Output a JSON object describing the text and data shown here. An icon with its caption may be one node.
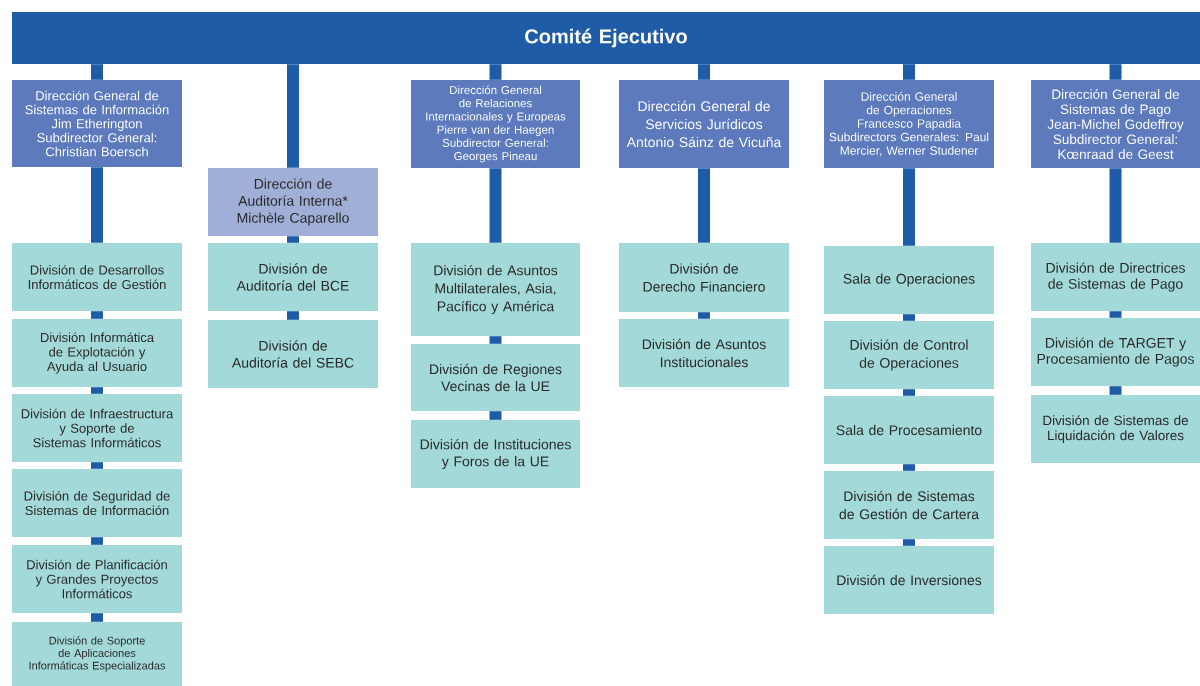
{
  "diagram": {
    "nodes": [
      {
        "text": [
          "Comité Ejecutivo"
        ]
      },
      {
        "text": [
          "Dirección General de Sistemas de Información",
          "Jim Etherington",
          "Subdirector General: Christian Boersch"
        ]
      },
      {
        "text": [
          "División de Desarrollos Informáticos de Gestión"
        ]
      },
      {
        "text": [
          "División Informática de Explotación y Ayuda al Usuario"
        ]
      },
      {
        "text": [
          "División de Infraestructura y Soporte de Sistemas Informáticos"
        ]
      },
      {
        "text": [
          "División de Seguridad de Sistemas de Información"
        ]
      },
      {
        "text": [
          "División de Planificación y Grandes Proyectos Informáticos"
        ]
      },
      {
        "text": [
          "División de Soporte de Aplicaciones Informáticas Especializadas"
        ]
      },
      {
        "text": [
          "Dirección de Auditoría Interna*",
          "Michèle Caparello"
        ]
      },
      {
        "text": [
          "División de Auditoría del BCE"
        ]
      },
      {
        "text": [
          "División de Auditoría del SEBC"
        ]
      },
      {
        "text": [
          "Dirección General de Relaciones Internacionales y Europeas",
          "Pierre van der Haegen",
          "Subdirector General: Georges Pineau"
        ]
      },
      {
        "text": [
          "División de Asuntos Multilaterales, Asia, Pacífico y América"
        ]
      },
      {
        "text": [
          "División de Regiones Vecinas de la UE"
        ]
      },
      {
        "text": [
          "División de Instituciones y Foros de la UE"
        ]
      },
      {
        "text": [
          "Dirección General de Servicios Jurídicos",
          "Antonio Sáinz de Vicuña"
        ]
      },
      {
        "text": [
          "División de Derecho Financiero"
        ]
      },
      {
        "text": [
          "División de Asuntos Institucionales"
        ]
      },
      {
        "text": [
          "Dirección General de Operaciones",
          "Francesco Papadia",
          "Subdirectors Generales: Paul Mercier, Werner Studener"
        ]
      },
      {
        "text": [
          "Sala de Operaciones"
        ]
      },
      {
        "text": [
          "División de Control de Operaciones"
        ]
      },
      {
        "text": [
          "Sala de Procesamiento"
        ]
      },
      {
        "text": [
          "División de Sistemas de Gestión de Cartera"
        ]
      },
      {
        "text": [
          "División de Inversiones"
        ]
      },
      {
        "text": [
          "Dirección General de Sistemas de Pago",
          "Jean-Michel Godeffroy",
          "Subdirector General: Kœnraad de Geest"
        ]
      },
      {
        "text": [
          "División de Directrices de Sistemas de Pago"
        ]
      },
      {
        "text": [
          "División de TARGET y Procesamiento de Pagos"
        ]
      },
      {
        "text": [
          "División de Sistemas de Liquidación de Valores"
        ]
      }
    ],
    "edges": [
      {
        "from": 0,
        "to": 1,
        "arrow": "none"
      },
      {
        "from": 1,
        "to": 2,
        "arrow": "none"
      },
      {
        "from": 2,
        "to": 3,
        "arrow": "none"
      },
      {
        "from": 3,
        "to": 4,
        "arrow": "none"
      },
      {
        "from": 4,
        "to": 5,
        "arrow": "none"
      },
      {
        "from": 5,
        "to": 6,
        "arrow": "none"
      },
      {
        "from": 6,
        "to": 7,
        "arrow": "none"
      },
      {
        "from": 0,
        "to": 8,
        "arrow": "none"
      },
      {
        "from": 8,
        "to": 9,
        "arrow": "none"
      },
      {
        "from": 9,
        "to": 10,
        "arrow": "none"
      },
      {
        "from": 0,
        "to": 11,
        "arrow": "none"
      },
      {
        "from": 11,
        "to": 12,
        "arrow": "none"
      },
      {
        "from": 12,
        "to": 13,
        "arrow": "none"
      },
      {
        "from": 13,
        "to": 14,
        "arrow": "none"
      },
      {
        "from": 0,
        "to": 15,
        "arrow": "none"
      },
      {
        "from": 15,
        "to": 16,
        "arrow": "none"
      },
      {
        "from": 16,
        "to": 17,
        "arrow": "none"
      },
      {
        "from": 0,
        "to": 18,
        "arrow": "none"
      },
      {
        "from": 18,
        "to": 19,
        "arrow": "none"
      },
      {
        "from": 19,
        "to": 20,
        "arrow": "none"
      },
      {
        "from": 20,
        "to": 21,
        "arrow": "none"
      },
      {
        "from": 21,
        "to": 22,
        "arrow": "none"
      },
      {
        "from": 22,
        "to": 23,
        "arrow": "none"
      },
      {
        "from": 0,
        "to": 24,
        "arrow": "none"
      },
      {
        "from": 24,
        "to": 25,
        "arrow": "none"
      },
      {
        "from": 25,
        "to": 26,
        "arrow": "none"
      },
      {
        "from": 26,
        "to": 27,
        "arrow": "none"
      }
    ]
  }
}
